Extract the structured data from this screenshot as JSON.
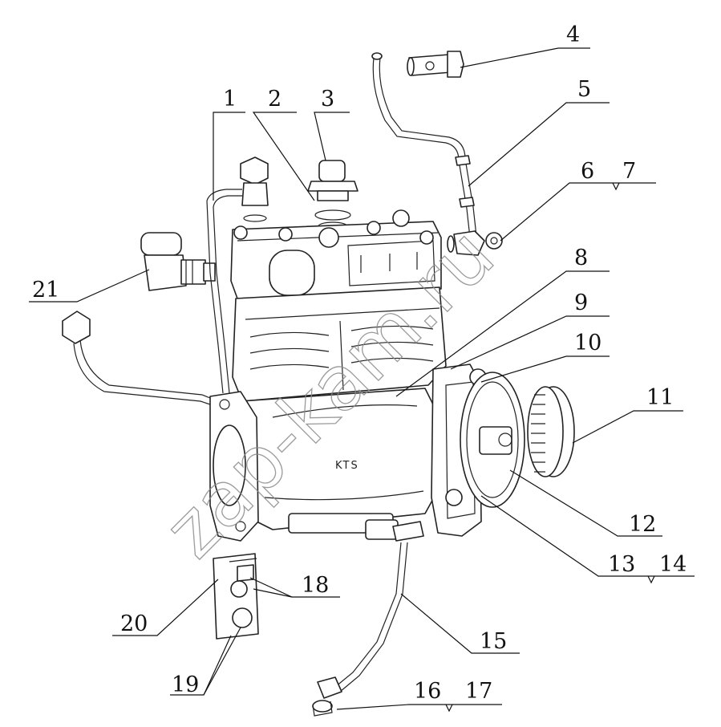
{
  "callouts": {
    "c1": "1",
    "c2": "2",
    "c3": "3",
    "c4": "4",
    "c5": "5",
    "c6": "6",
    "c7": "7",
    "c8": "8",
    "c9": "9",
    "c10": "10",
    "c11": "11",
    "c12": "12",
    "c13": "13",
    "c14": "14",
    "c15": "15",
    "c16": "16",
    "c17": "17",
    "c18": "18",
    "c19": "19",
    "c20": "20",
    "c21": "21"
  },
  "housing_marking": "KTS",
  "watermark": "zap-kam.ru",
  "colors": {
    "line": "#222222",
    "watermark": "#8a8a8a",
    "background": "#ffffff"
  }
}
